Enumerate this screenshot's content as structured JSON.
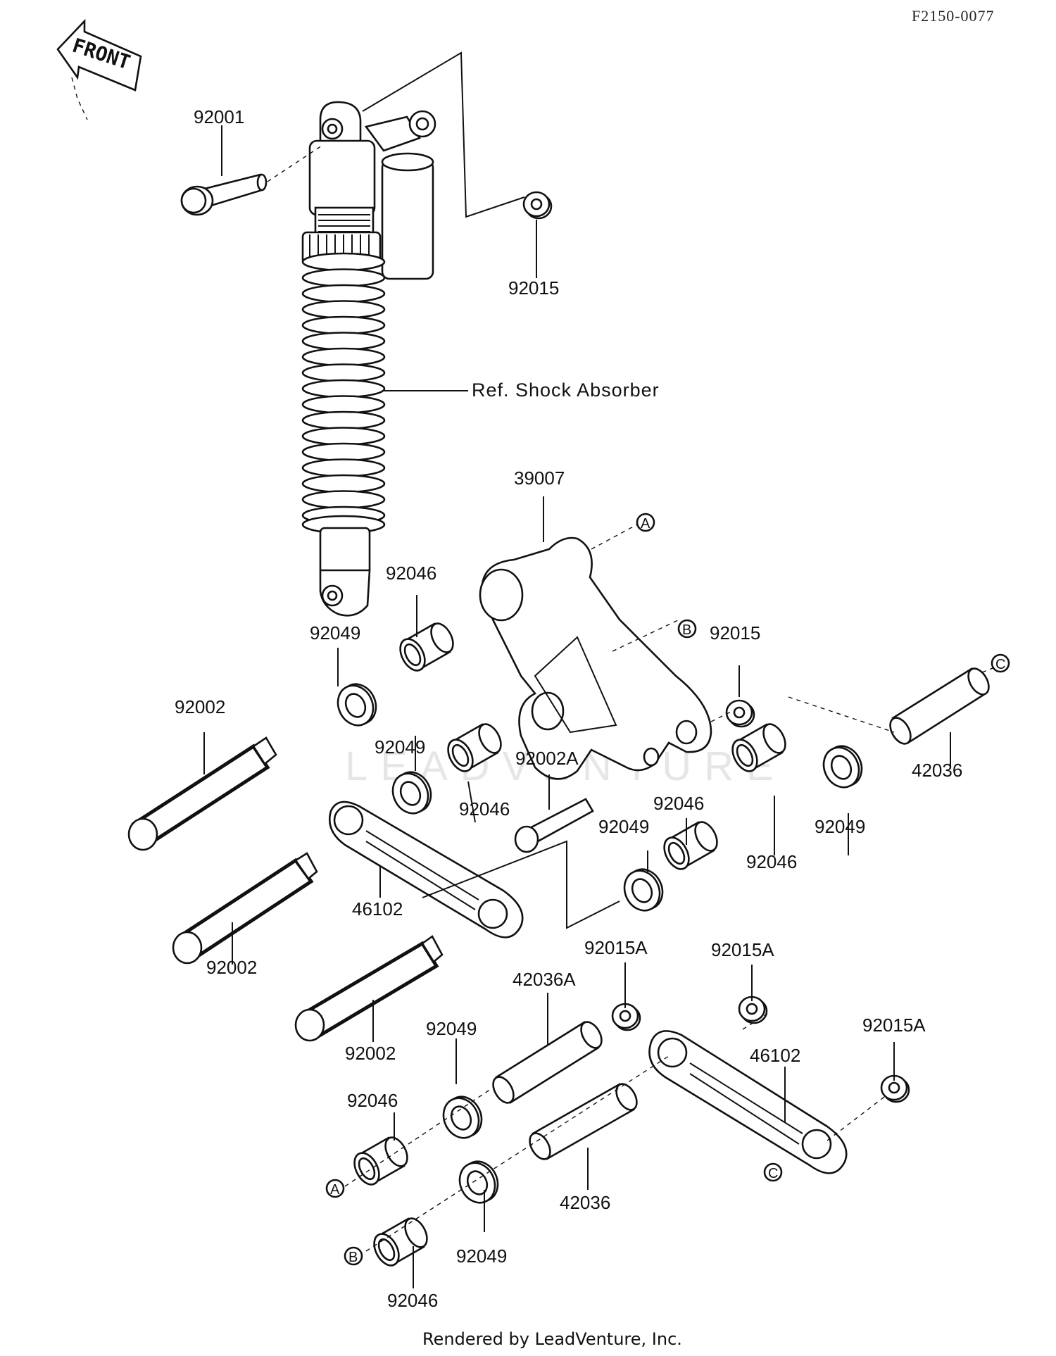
{
  "diagram_code": "F2150-0077",
  "front_label": "FRONT",
  "ref_label": "Ref. Shock Absorber",
  "watermark": "LEADVENTURE",
  "footer": "Rendered by LeadVenture, Inc.",
  "markers": {
    "a": "A",
    "b": "B",
    "c": "C"
  },
  "parts": {
    "p92001": "92001",
    "p92015_top": "92015",
    "p39007": "39007",
    "p92046_a": "92046",
    "p92049_a": "92049",
    "p92015_mid": "92015",
    "p92002_a": "92002",
    "p92049_b": "92049",
    "p92002A": "92002A",
    "p92046_b": "92046",
    "p42036_right": "42036",
    "p92046_c": "92046",
    "p92049_c": "92049",
    "p92049_d": "92049",
    "p92046_d": "92046",
    "p46102_a": "46102",
    "p92002_b": "92002",
    "p92015A_a": "92015A",
    "p92015A_b": "92015A",
    "p42036A": "42036A",
    "p92002_c": "92002",
    "p92049_e": "92049",
    "p46102_b": "46102",
    "p92015A_c": "92015A",
    "p92046_e": "92046",
    "p42036_low": "42036",
    "p92049_f": "92049",
    "p92046_f": "92046"
  }
}
